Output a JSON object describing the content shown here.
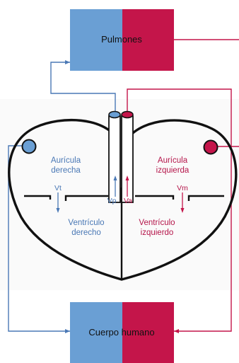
{
  "colors": {
    "oxygen_poor": "#6a9fd4",
    "oxygen_rich": "#c4154a",
    "oxygen_poor_text": "#4a78b5",
    "oxygen_rich_text": "#b5154a",
    "wall": "#111111",
    "label": "#111111"
  },
  "lungs": {
    "label": "Pulmones"
  },
  "body": {
    "label": "Cuerpo humano"
  },
  "chambers": {
    "right_atrium": {
      "line1": "Aurícula",
      "line2": "derecha"
    },
    "left_atrium": {
      "line1": "Aurícula",
      "line2": "izquierda"
    },
    "right_ventricle": {
      "line1": "Ventrículo",
      "line2": "derecho"
    },
    "left_ventricle": {
      "line1": "Ventrículo",
      "line2": "izquierdo"
    }
  },
  "valves": {
    "tricuspid": "Vt",
    "mitral": "Vm",
    "pulmonary": "Vp",
    "aortic": "Va"
  }
}
